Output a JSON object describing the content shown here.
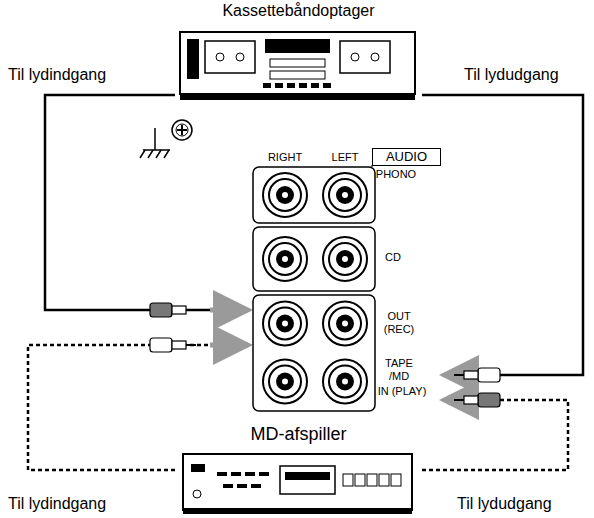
{
  "diagram": {
    "nodes": [
      {
        "text": [
          "Kassettebåndoptager"
        ]
      },
      {
        "text": [
          "RIGHT",
          "LEFT",
          "PHONO",
          "CD",
          "OUT (REC)",
          "TAPE /MD",
          "IN (PLAY)"
        ]
      },
      {
        "text": [
          "AUDIO"
        ],
        "in": 1
      },
      {
        "text": [
          "MD-afspiller"
        ]
      }
    ],
    "edges": [
      {
        "from": 0,
        "to": 1,
        "arrow": "to"
      },
      {
        "from": 3,
        "to": 1,
        "arrow": "to"
      },
      {
        "from": 0,
        "to": 1,
        "arrow": "to"
      },
      {
        "from": 3,
        "to": 1,
        "arrow": "to"
      }
    ],
    "labels": [
      "Til lydindgang",
      "Til lydudgang",
      "Til lydindgang",
      "Til lydudgang"
    ]
  }
}
